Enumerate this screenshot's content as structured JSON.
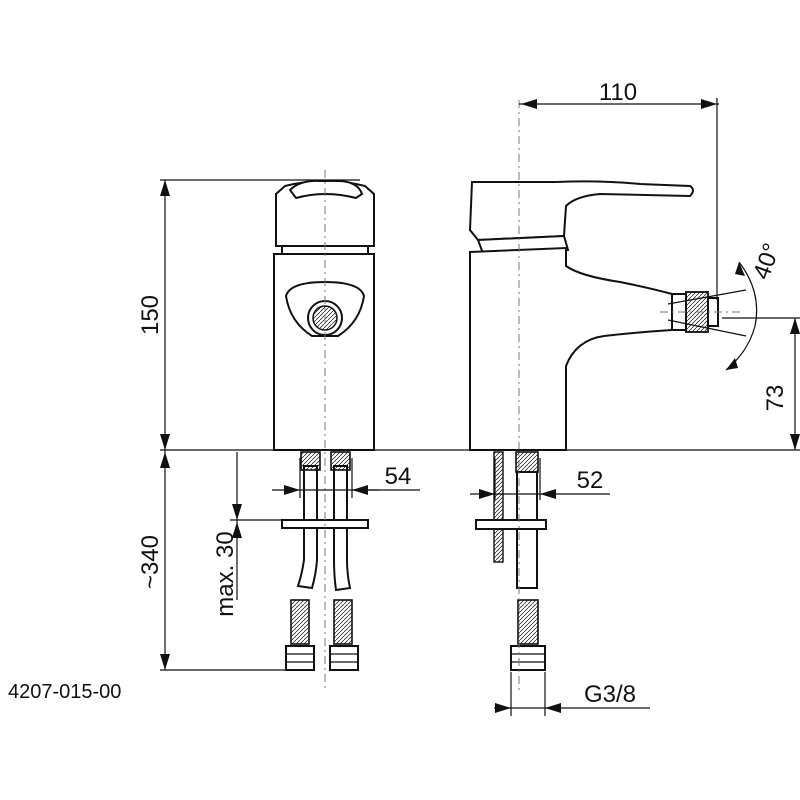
{
  "drawing": {
    "part_number": "4207-015-00",
    "dimensions": {
      "height_body": "150",
      "hose_length": "~340",
      "max_thickness": "max. 30",
      "front_width": "54",
      "side_offset": "52",
      "spout_reach": "110",
      "swivel_angle": "40°",
      "nozzle_height": "73",
      "thread": "G3/8"
    }
  }
}
